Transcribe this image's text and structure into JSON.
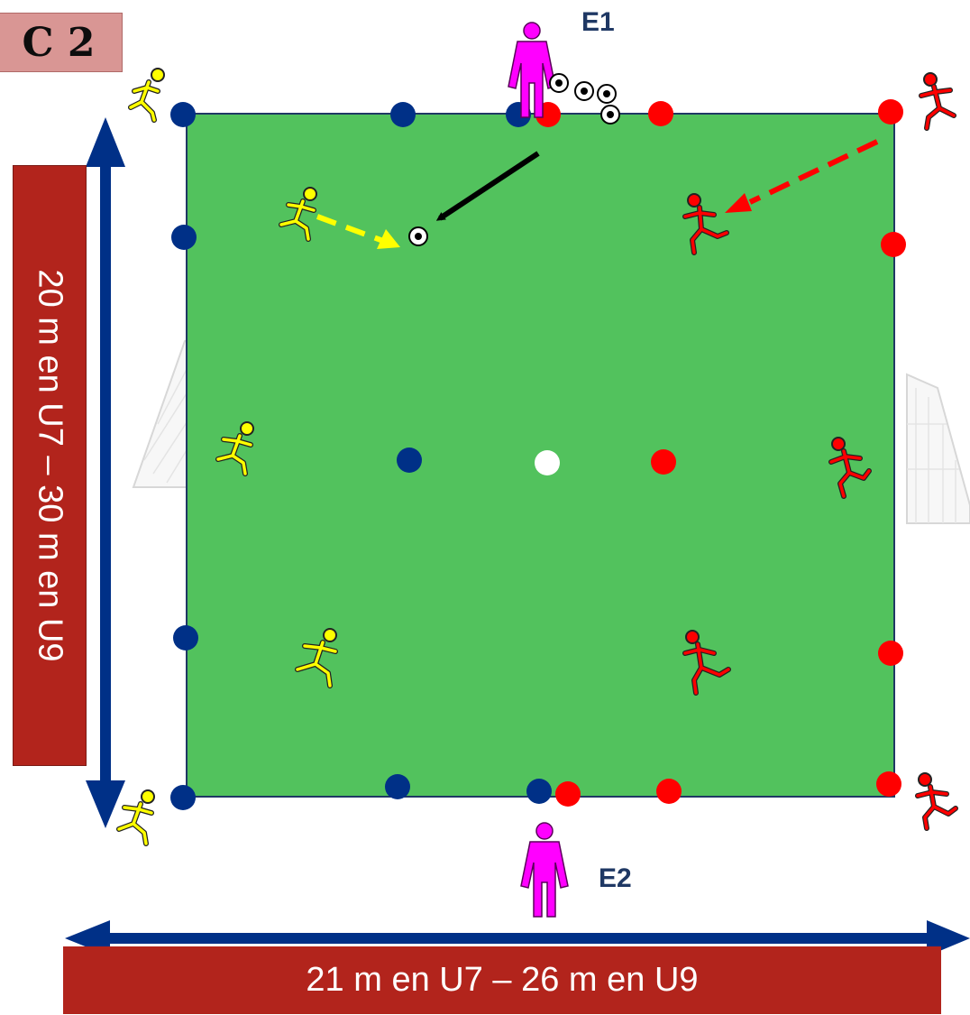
{
  "title": "C 2",
  "coach_labels": {
    "top": "E1",
    "bottom": "E2"
  },
  "dimensions": {
    "width_label": "21 m en U7 – 26 m en U9",
    "length_label": "20 m en U7 – 30 m en U9"
  },
  "colors": {
    "pitch": "#52c25d",
    "pitch_border": "#1f3864",
    "team_yellow": "#ffff00",
    "team_red": "#ff0000",
    "cone_blue": "#003087",
    "cone_red": "#ff0000",
    "coach": "#ff00ff",
    "banner": "#b2241c",
    "arrow_blue": "#003087"
  },
  "icons": [
    "player-yellow-icon",
    "player-red-icon",
    "coach-icon",
    "ball-icon",
    "goal-icon",
    "cone-icon"
  ]
}
